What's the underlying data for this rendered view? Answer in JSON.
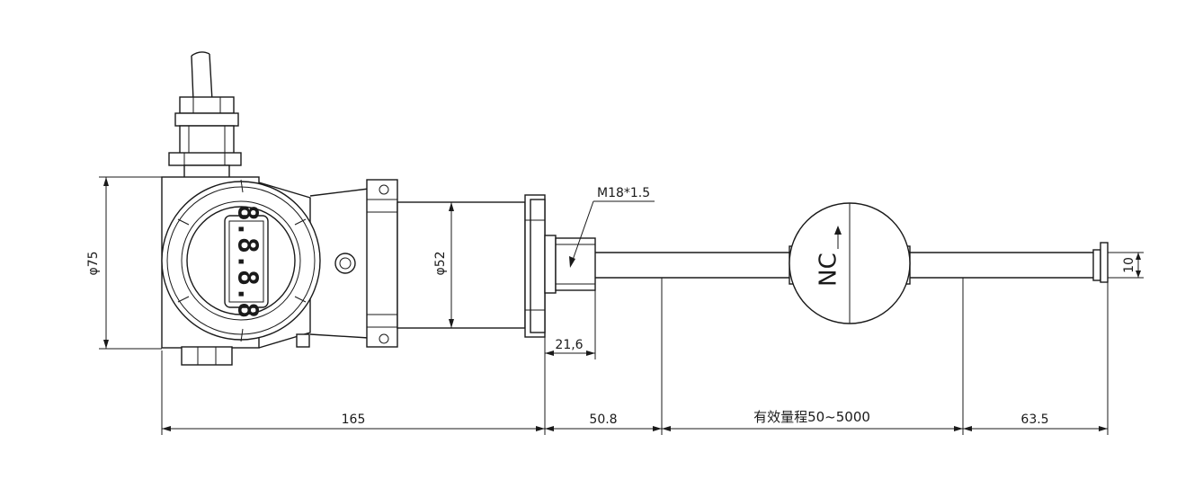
{
  "drawing": {
    "display_digits": "8.8.8.8",
    "float_marking": "NC",
    "thread_spec": "M18*1.5",
    "dim_housing_diameter": "φ75",
    "dim_tube_diameter": "φ52",
    "dim_fitting_length": "21,6",
    "dim_rod_diameter": "10",
    "dim_housing_length": "165",
    "dim_dead_zone_top": "50.8",
    "dim_effective_range": "有效量程50~5000",
    "dim_dead_zone_bottom": "63.5"
  },
  "colors": {
    "line": "#1a1a1a",
    "background": "#ffffff"
  }
}
